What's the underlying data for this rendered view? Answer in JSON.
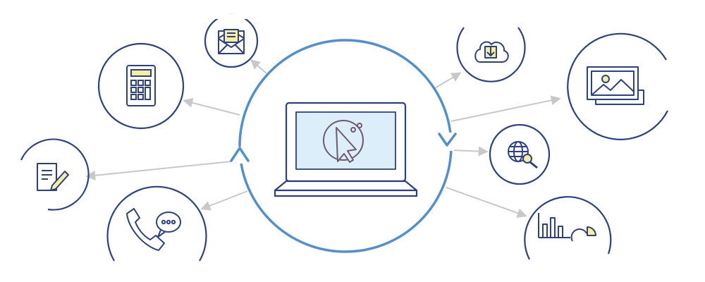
{
  "colors": {
    "navy": "#2b3f8c",
    "cycle_blue": "#4f8fd2",
    "arrow_gray": "#c8c8c8",
    "screen_fill": "#dbeef9",
    "cursor_stroke": "#6e5a6e",
    "yellow_accent": "#f3ef9a",
    "background": "#ffffff"
  },
  "center": {
    "device": "laptop-icon",
    "screen_symbol": "cursor-click-icon",
    "cycle_arrows": [
      "cycle-arrow-down-icon",
      "cycle-arrow-up-icon"
    ]
  },
  "nodes": [
    {
      "name": "email-node",
      "icon": "envelope-icon"
    },
    {
      "name": "calculator-node",
      "icon": "calculator-icon"
    },
    {
      "name": "document-node",
      "icon": "document-edit-icon"
    },
    {
      "name": "phone-chat-node",
      "icon": "phone-chat-icon"
    },
    {
      "name": "cloud-download-node",
      "icon": "cloud-download-icon"
    },
    {
      "name": "image-gallery-node",
      "icon": "image-icon"
    },
    {
      "name": "web-search-node",
      "icon": "globe-search-icon"
    },
    {
      "name": "analytics-node",
      "icon": "bar-chart-icon"
    }
  ]
}
